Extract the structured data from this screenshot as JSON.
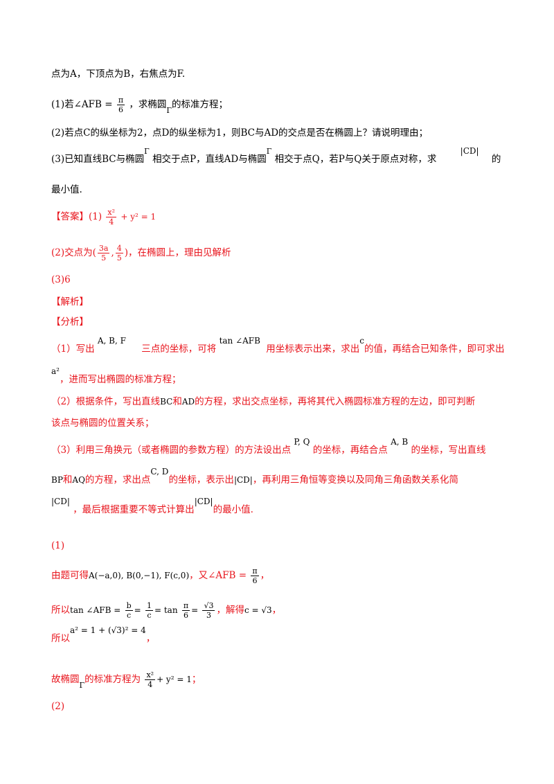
{
  "problem": {
    "line1": "点为A，下顶点为B，右焦点为F.",
    "q1_prefix": "(1)若∠AFB =",
    "q1_frac_num": "π",
    "q1_frac_den": "6",
    "q1_mid": "，求椭圆",
    "q1_gamma": "Γ",
    "q1_suffix": "的标准方程；",
    "q2": "(2)若点C的纵坐标为2，点D的纵坐标为1，则BC与AD的交点是否在椭圆上？请说明理由；",
    "q3_a": "(3)已知直线BC与椭圆",
    "q3_gamma1": "Γ",
    "q3_b": "相交于点P，直线AD与椭圆",
    "q3_gamma2": "Γ",
    "q3_c": "相交于点Q，若P与Q关于原点对称，求",
    "q3_cd": "|CD|",
    "q3_d": "的",
    "q3_line2": "最小值."
  },
  "answer": {
    "label": "【答案】",
    "a1_prefix": "(1)",
    "a1_num": "x²",
    "a1_den": "4",
    "a1_suffix": "+ y² = 1",
    "a2_prefix": "(2)交点为(",
    "a2_n1": "3a",
    "a2_d1": "5",
    "a2_comma": ",",
    "a2_n2": "4",
    "a2_d2": "5",
    "a2_suffix": ")，在椭圆上，理由见解析",
    "a3": "(3)6"
  },
  "analysis": {
    "jiexi": "【解析】",
    "fenxi": "【分析】",
    "p1_a": "（1）写出",
    "p1_abf": "A, B, F",
    "p1_b": "三点的坐标，可将",
    "p1_tan": "tan ∠AFB",
    "p1_c": "用坐标表示出来，求出",
    "p1_cvar": "c",
    "p1_d": "的值，再结合已知条件，即可求出",
    "p1_a2": "a²",
    "p1_e": "，进而写出椭圆的标准方程；",
    "p2_a": "（2）根据条件，写出直线",
    "p2_bc": "BC",
    "p2_b": "和",
    "p2_ad": "AD",
    "p2_c": "的方程，求出交点坐标，再将其代入椭圆标准方程的左边，即可判断",
    "p2_line2": "该点与椭圆的位置关系；",
    "p3_a": "（3）利用三角换元（或者椭圆的参数方程）的方法设出点",
    "p3_pq": "P, Q",
    "p3_b": "的坐标，再结合点",
    "p3_ab": "A, B",
    "p3_c": "的坐标，写出直线",
    "p3_bp": "BP",
    "p3_d": "和",
    "p3_aq": "AQ",
    "p3_e": "的方程，求出点",
    "p3_cd": "C, D",
    "p3_f": "的坐标，表示出",
    "p3_cdabs": "|CD|",
    "p3_g": "，再利用三角恒等变换以及同角三角函数关系化简",
    "p3_cdabs2": "|CD|",
    "p3_h": "，最后根据重要不等式计算出",
    "p3_cdabs3": "|CD|",
    "p3_i": "的最小值."
  },
  "solution": {
    "s1": "(1)",
    "s1_l1_a": "由题可得",
    "s1_l1_coords": "A(−a,0), B(0,−1), F(c,0)",
    "s1_l1_b": "，又∠AFB =",
    "s1_l1_num": "π",
    "s1_l1_den": "6",
    "s1_l1_end": "，",
    "s1_l2_a": "所以",
    "s1_l2_tan": "tan ∠AFB =",
    "s1_l2_n1": "b",
    "s1_l2_d1": "c",
    "s1_l2_eq1": "=",
    "s1_l2_n2": "1",
    "s1_l2_d2": "c",
    "s1_l2_eq2": "= tan",
    "s1_l2_n3": "π",
    "s1_l2_d3": "6",
    "s1_l2_eq3": "=",
    "s1_l2_n4": "√3",
    "s1_l2_d4": "3",
    "s1_l2_b": "，解得",
    "s1_l2_c": "c = √3",
    "s1_l2_end": "，",
    "s1_l3_a": "所以",
    "s1_l3_eq": "a² = 1 + (√3)² = 4",
    "s1_l3_end": "，",
    "s1_l4_a": "故椭圆",
    "s1_l4_gamma": "Γ",
    "s1_l4_b": "的标准方程为",
    "s1_l4_num": "x²",
    "s1_l4_den": "4",
    "s1_l4_c": "+ y² = 1",
    "s1_l4_end": "；",
    "s2": "(2)"
  }
}
